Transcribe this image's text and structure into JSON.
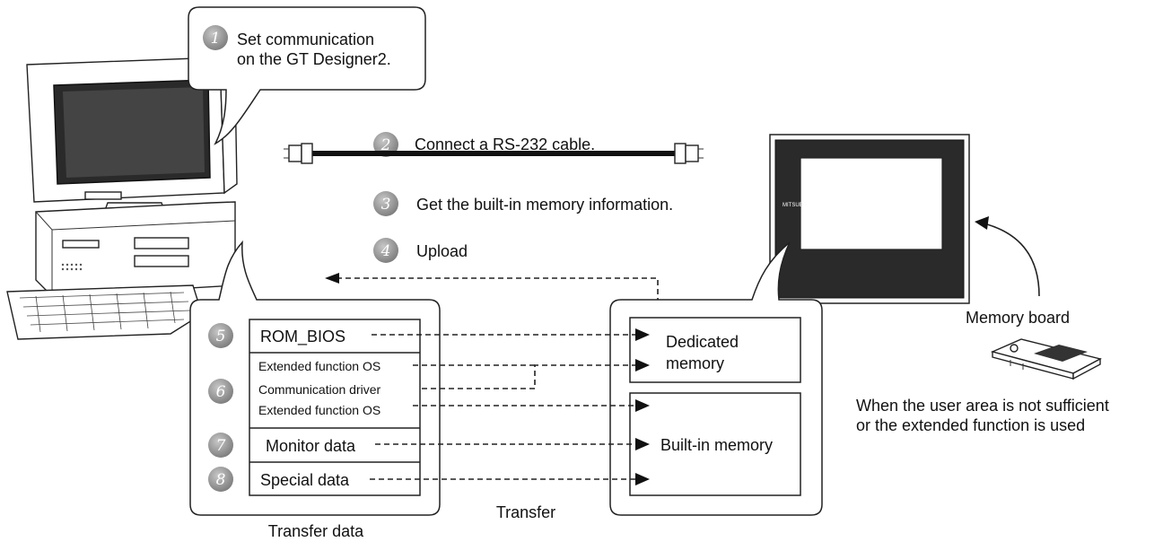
{
  "steps": [
    {
      "num": "1",
      "text_line1": "Set communication",
      "text_line2": "on the GT Designer2."
    },
    {
      "num": "2",
      "text": "Connect a RS-232 cable."
    },
    {
      "num": "3",
      "text": "Get the built-in memory information."
    },
    {
      "num": "4",
      "text": "Upload"
    },
    {
      "num": "5"
    },
    {
      "num": "6"
    },
    {
      "num": "7"
    },
    {
      "num": "8"
    }
  ],
  "transfer_data": {
    "rom_bios": "ROM_BIOS",
    "ext_os_1": "Extended function OS",
    "comm_driver": "Communication driver",
    "ext_os_2": "Extended function OS",
    "monitor_data": "Monitor data",
    "special_data": "Special data",
    "caption": "Transfer data"
  },
  "got_memory": {
    "dedicated_line1": "Dedicated",
    "dedicated_line2": "memory",
    "builtin": "Built-in memory"
  },
  "transfer_label": "Transfer",
  "memory_board": {
    "label": "Memory board",
    "note_line1": "When the user area is not sufficient",
    "note_line2": "or the extended function is used"
  },
  "got_logo": "MITSUBISHI"
}
